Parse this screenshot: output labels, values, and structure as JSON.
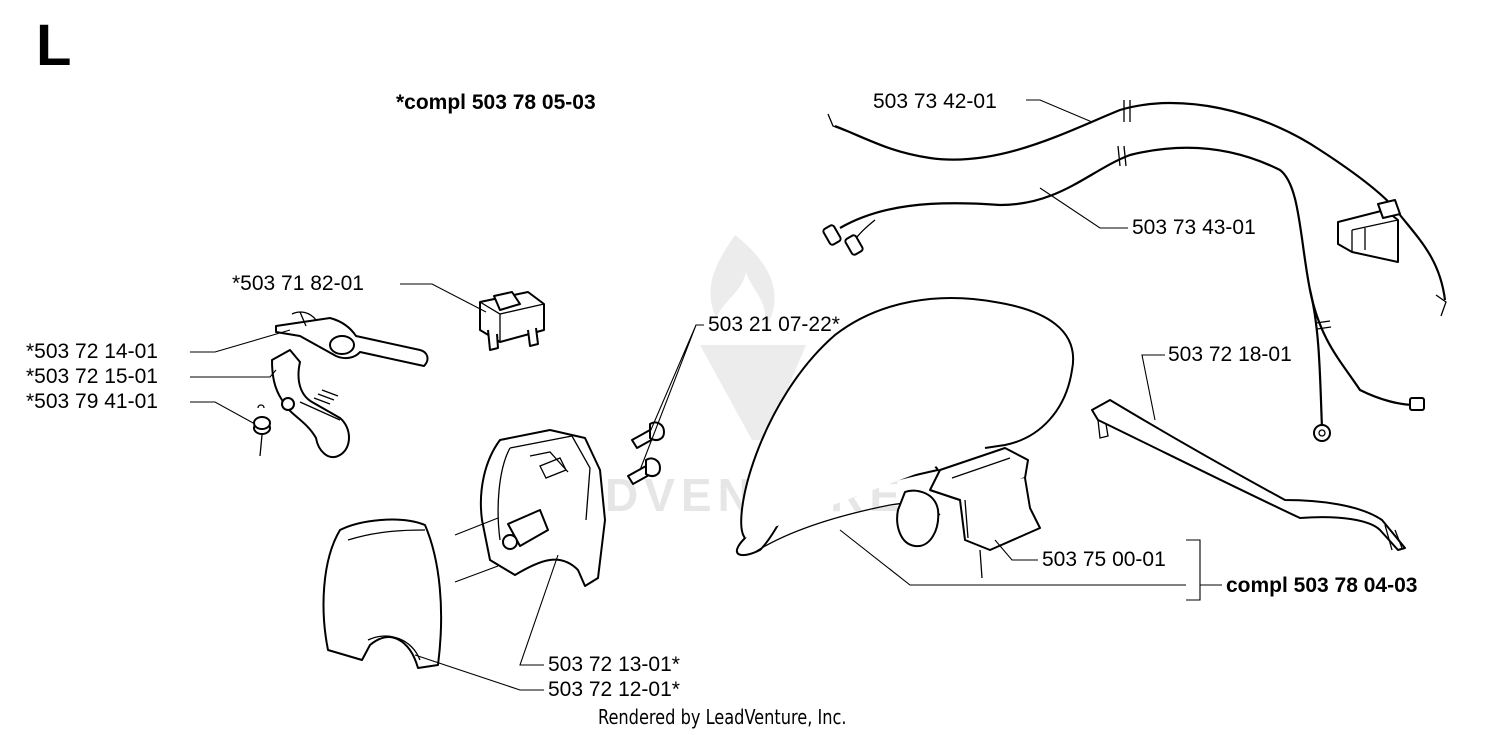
{
  "section_letter": "L",
  "assembly_labels": {
    "switch_assembly": "*compl 503 78 05-03",
    "handle_assembly": "compl 503 78 04-03"
  },
  "part_labels": {
    "cable_upper": "503 73 42-01",
    "cable_lower": "503 73 43-01",
    "switch": "*503 71 82-01",
    "screw": "503 21 07-22*",
    "throttle_lock": "*503 72 14-01",
    "throttle_trigger": "*503 72 15-01",
    "spring": "*503 79 41-01",
    "handle_support": "503 72 18-01",
    "front_handle": "503 75 00-01",
    "handle_housing": "503 72 13-01*",
    "handle_cover": "503 72 12-01*"
  },
  "watermark": "LEADVENTURE",
  "footer": "Rendered by LeadVenture, Inc."
}
